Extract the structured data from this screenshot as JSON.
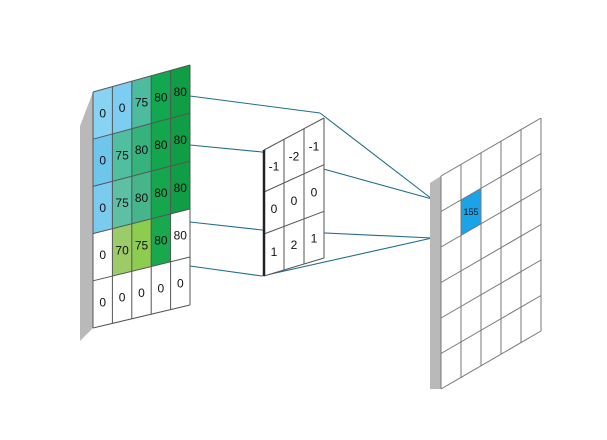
{
  "input_matrix": [
    [
      "0",
      "0",
      "75",
      "80",
      "80"
    ],
    [
      "0",
      "75",
      "80",
      "80",
      "80"
    ],
    [
      "0",
      "75",
      "80",
      "80",
      "80"
    ],
    [
      "0",
      "70",
      "75",
      "80",
      "80"
    ],
    [
      "0",
      "0",
      "0",
      "0",
      "0"
    ]
  ],
  "input_colors": [
    [
      "#88d3f3",
      "#7ccdf1",
      "#4dbb9d",
      "#12a850",
      "#0f9e46"
    ],
    [
      "#6ec6ec",
      "#50bf9f",
      "#36b27d",
      "#14a64c",
      "#0f9e46"
    ],
    [
      "#7acbee",
      "#5dc0a4",
      "#47b58a",
      "#16a64d",
      "#0f9e46"
    ],
    [
      "#ffffff",
      "#9ccb6a",
      "#8ccc4e",
      "#1aa84f",
      "#ffffff"
    ],
    [
      "#ffffff",
      "#ffffff",
      "#ffffff",
      "#ffffff",
      "#ffffff"
    ]
  ],
  "kernel_matrix": [
    [
      "-1",
      "-2",
      "-1"
    ],
    [
      "0",
      "0",
      "0"
    ],
    [
      "1",
      "2",
      "1"
    ]
  ],
  "output": {
    "rows": 6,
    "cols": 5,
    "highlight_row": 1,
    "highlight_col": 1,
    "highlight_value": "155",
    "highlight_color": "#1aa3e6"
  },
  "colors": {
    "frame_side": "#b9b9b9",
    "grid_line": "#555555",
    "connector": "#1f6e8c"
  }
}
